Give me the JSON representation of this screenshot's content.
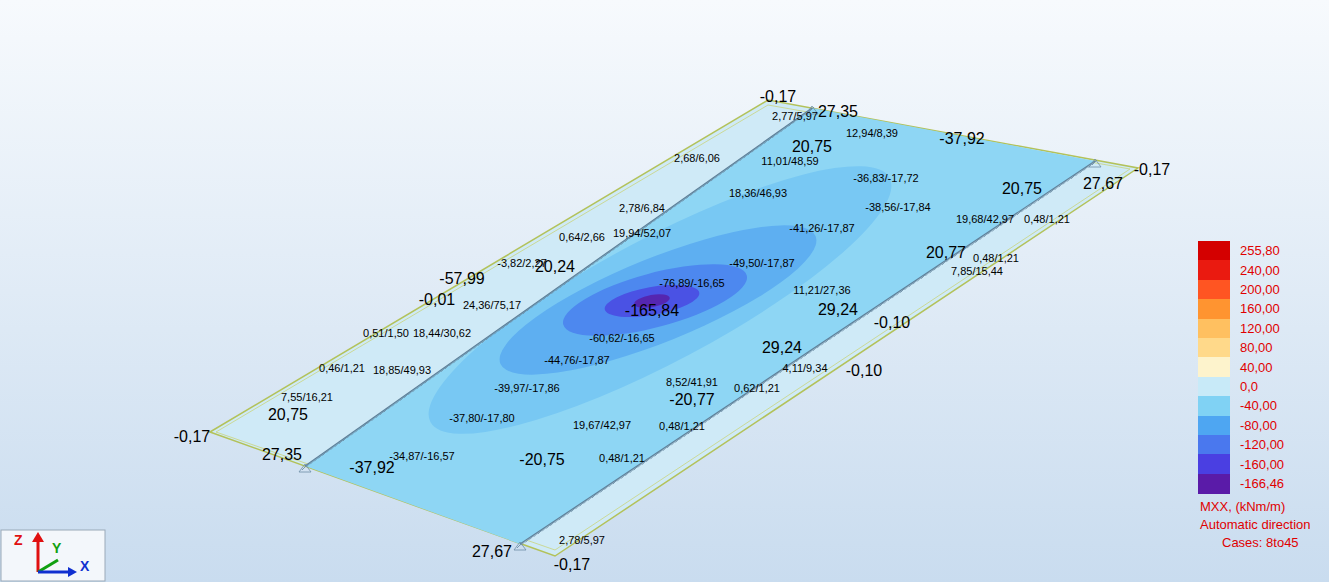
{
  "diagram": {
    "labels": [
      "-0,17",
      "2,77/5,97",
      "27,35",
      "12,94/8,39",
      "-37,92",
      "20,75",
      "11,01/48,59",
      "2,68/6,06",
      "-36,83/-17,72",
      "27,67",
      "-0,17",
      "18,36/46,93",
      "-38,56/-17,84",
      "20,75",
      "2,78/6,84",
      "19,68/42,97",
      "0,48/1,21",
      "0,64/2,66",
      "19,94/52,07",
      "-41,26/-17,87",
      "0,48/1,21",
      "-3,82/2,27",
      "20,24",
      "-49,50/-17,87",
      "20,77",
      "7,85/15,44",
      "-57,99",
      "-0,01",
      "-76,89/-16,65",
      "11,21/27,36",
      "24,36/75,17",
      "-165,84",
      "29,24",
      "-0,10",
      "0,51/1,50",
      "18,44/30,62",
      "-60,62/-16,65",
      "29,24",
      "4,11/9,34",
      "-0,10",
      "0,46/1,21",
      "18,85/49,93",
      "-44,76/-17,87",
      "8,52/41,91",
      "-20,77",
      "0,62/1,21",
      "7,55/16,21",
      "-39,97/-17,86",
      "-37,80/-17,80",
      "20,75",
      "19,67/42,97",
      "0,48/1,21",
      "-0,17",
      "27,35",
      "-34,87/-16,57",
      "-37,92",
      "-20,75",
      "0,48/1,21",
      "2,78/5,97",
      "27,67",
      "-0,17",
      "MXX, (kNm/m)",
      "Automatic direction",
      "Cases: 8to45",
      "Z",
      "Y",
      "X"
    ],
    "legend": [
      {
        "text": "255,80",
        "color": "#d40000"
      },
      {
        "text": "240,00",
        "color": "#ea1a10"
      },
      {
        "text": "200,00",
        "color": "#ff5522"
      },
      {
        "text": "160,00",
        "color": "#ff9430"
      },
      {
        "text": "120,00",
        "color": "#ffc060"
      },
      {
        "text": "80,00",
        "color": "#ffd98a"
      },
      {
        "text": "40,00",
        "color": "#fdf3cc"
      },
      {
        "text": "0,0",
        "color": "#c8eaf8"
      },
      {
        "text": "-40,00",
        "color": "#80d2f4"
      },
      {
        "text": "-80,00",
        "color": "#4ea6f2"
      },
      {
        "text": "-120,00",
        "color": "#4a78ee"
      },
      {
        "text": "-160,00",
        "color": "#4a3fe2"
      },
      {
        "text": "-166,46",
        "color": "#5a1ba8"
      }
    ]
  }
}
